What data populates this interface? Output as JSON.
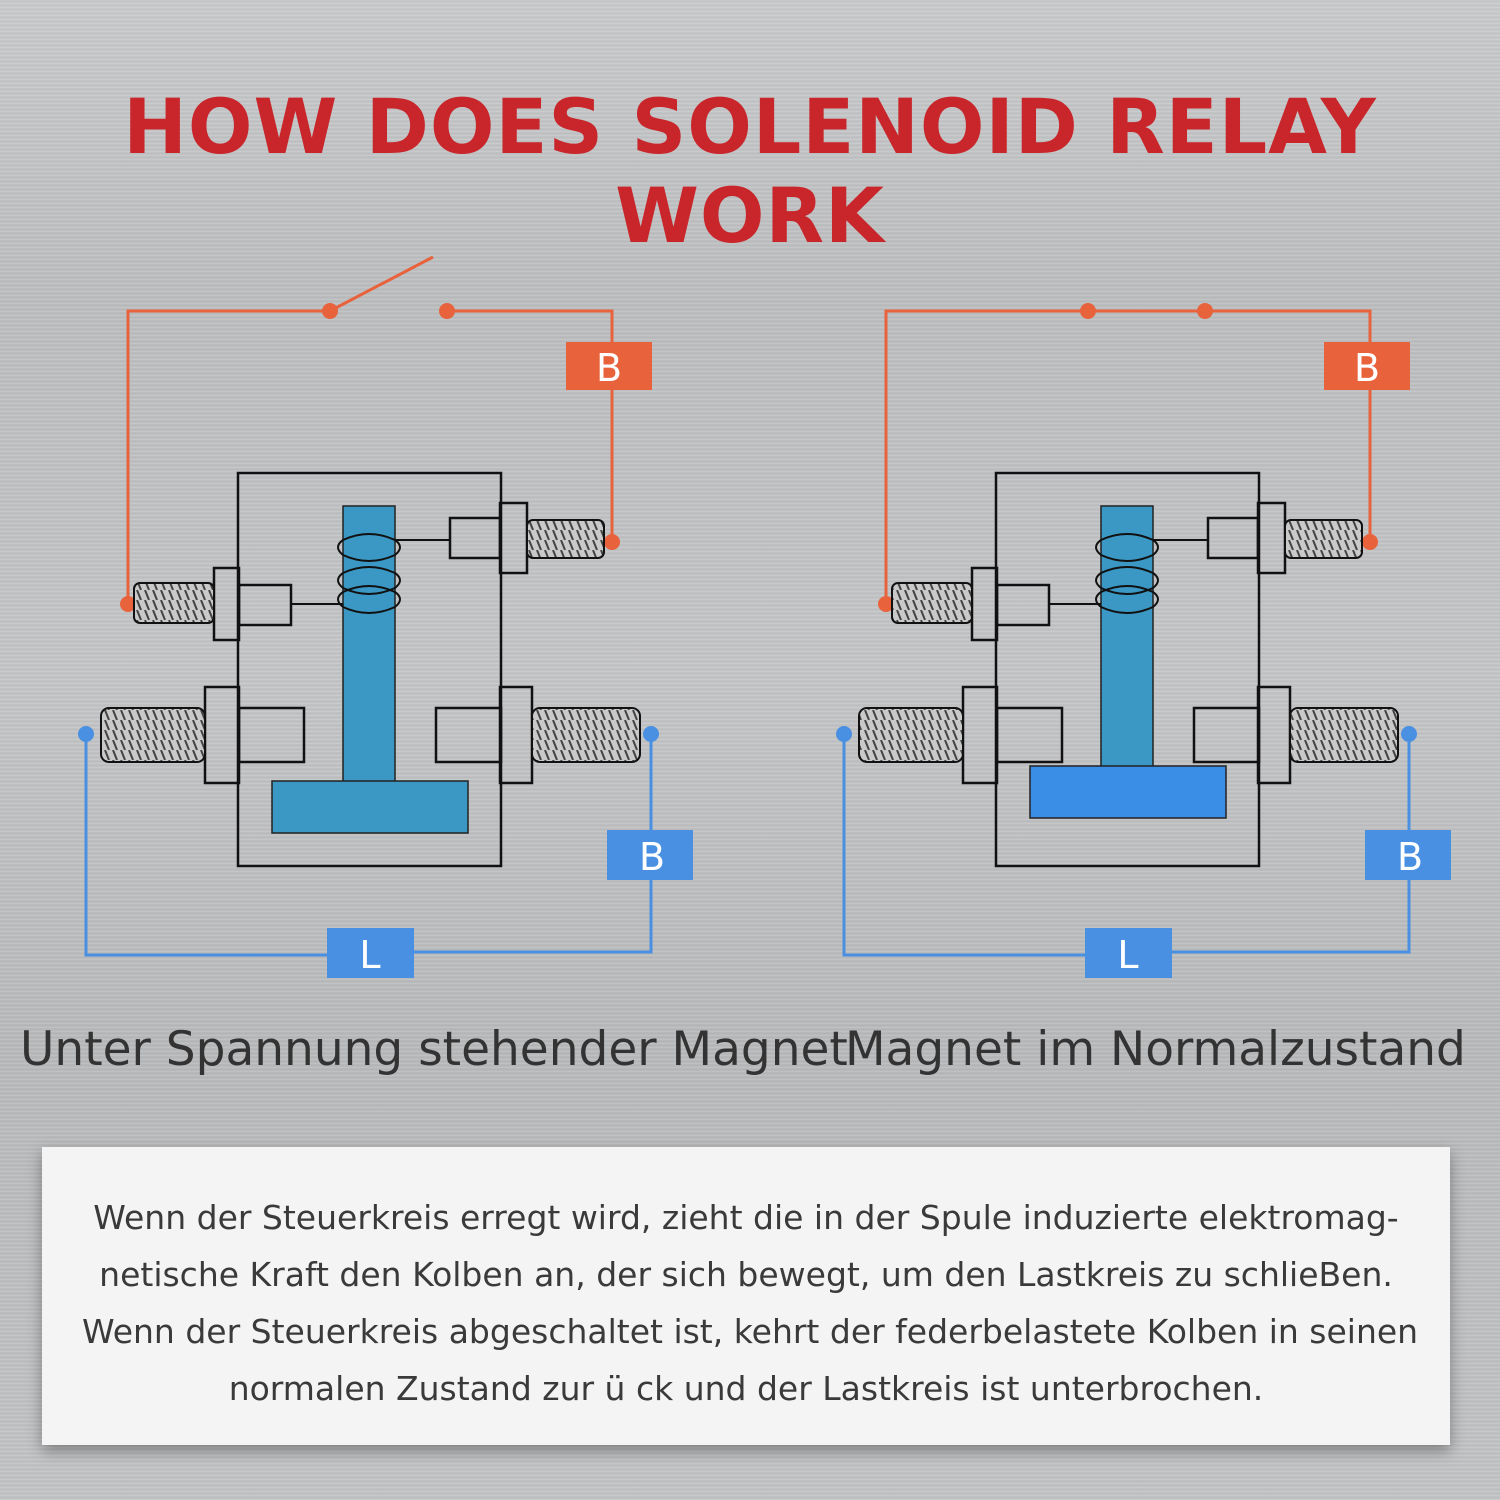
{
  "title": "HOW DOES SOLENOID RELAY WORK",
  "colors": {
    "title": "#c8262a",
    "control_circuit": "#e8623c",
    "load_circuit": "#4a90e2",
    "plunger": "#3b97c4",
    "plunger_energized_active": "#3a8ee6",
    "background": "#c4c5c7"
  },
  "diagrams": [
    {
      "caption": "Unter Spannung stehender Magnet",
      "labels": {
        "control_b": "B",
        "load_b": "B",
        "load_l": "L"
      }
    },
    {
      "caption": "Magnet im Normalzustand",
      "labels": {
        "control_b": "B",
        "load_b": "B",
        "load_l": "L"
      }
    }
  ],
  "description": [
    "Wenn der Steuerkreis erregt wird, zieht die in der Spule induzierte elektromag-",
    "netische Kraft den Kolben an, der sich bewegt, um den Lastkreis zu schlieBen.",
    "Wenn der Steuerkreis abgeschaltet ist, kehrt der federbelastete Kolben in seinen",
    "normalen Zustand zur ü ck und der Lastkreis ist unterbrochen."
  ]
}
